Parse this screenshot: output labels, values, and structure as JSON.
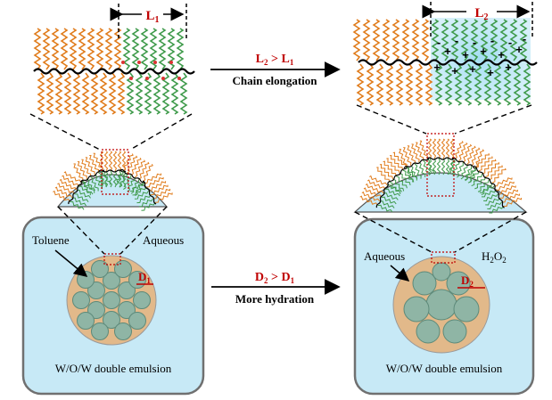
{
  "top_arrow": {
    "condition_left": "L",
    "condition_left_sub": "2",
    "condition_op": " > ",
    "condition_right": "L",
    "condition_right_sub": "1",
    "caption": "Chain elongation"
  },
  "bottom_arrow": {
    "condition_left": "D",
    "condition_left_sub": "2",
    "condition_op": " > ",
    "condition_right": "D",
    "condition_right_sub": "1",
    "caption": "More hydration"
  },
  "left": {
    "length_label": "L",
    "length_sub": "1",
    "toluene_label": "Toluene",
    "aqueous_label": "Aqueous",
    "diameter_label": "D",
    "diameter_sub": "1",
    "emulsion_caption": "W/O/W double emulsion"
  },
  "right": {
    "length_label": "L",
    "length_sub": "2",
    "aqueous_label": "Aqueous",
    "peroxide_label": "H",
    "peroxide_sub1": "2",
    "peroxide_mid": "O",
    "peroxide_sub2": "2",
    "diameter_label": "D",
    "diameter_sub": "2",
    "emulsion_caption": "W/O/W double emulsion"
  },
  "colors": {
    "orange_chain": "#e07b1a",
    "green_chain": "#3e9a4a",
    "aqueous_fill": "#c7e9f6",
    "oil_fill": "#e2b98a",
    "droplet_fill": "#8fb5a5",
    "label_red": "#c00000",
    "frame_gray": "#707070"
  }
}
